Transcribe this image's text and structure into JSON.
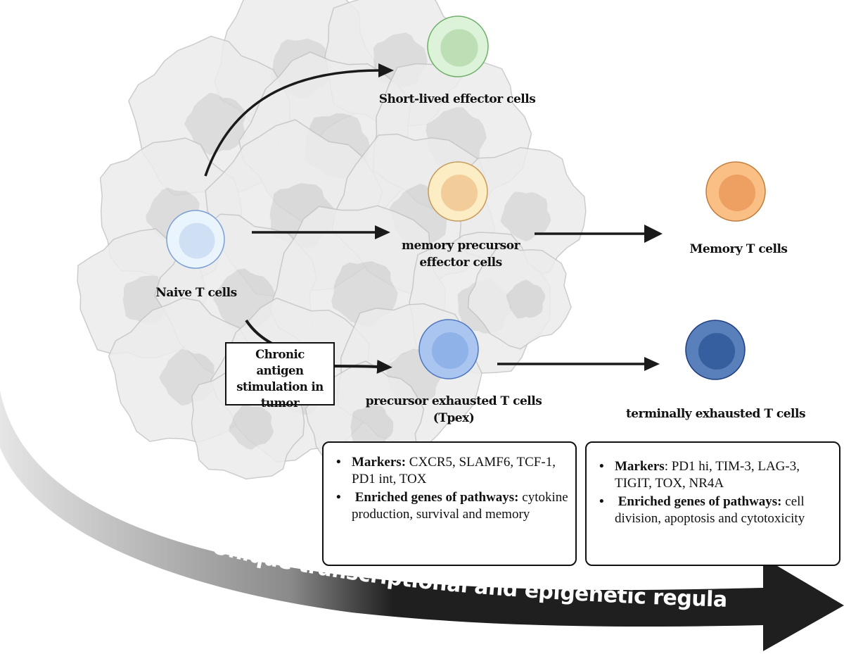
{
  "colors": {
    "arrow": "#1a1a1a",
    "banner_dark": "#1f1f1f",
    "banner_light": "#e8e8e8",
    "tumor_fill": "#ececec",
    "tumor_nucleus": "#d6d6d6",
    "tumor_outline": "#c4c4c4"
  },
  "cells": [
    {
      "id": "naive",
      "label_lines": [
        "Naive  T cells"
      ],
      "outer": "#eaf4fd",
      "inner": "#cfdff4",
      "stroke": "#7b9fd3"
    },
    {
      "id": "short-lived-effector",
      "label_lines": [
        "Short-lived effector cells"
      ],
      "outer": "#dcf3da",
      "inner": "#bcdfb6",
      "stroke": "#6fae68"
    },
    {
      "id": "memory-precursor-effector",
      "label_lines": [
        "memory precursor",
        "effector cells"
      ],
      "outer": "#fcedc4",
      "inner": "#f2cd9a",
      "stroke": "#c89a5c"
    },
    {
      "id": "memory-t",
      "label_lines": [
        "Memory T cells"
      ],
      "outer": "#f9bf84",
      "inner": "#ee9f62",
      "stroke": "#c07e3e"
    },
    {
      "id": "precursor-exhausted",
      "label_lines": [
        "precursor exhausted T cells",
        "(Tpex)"
      ],
      "outer": "#aac6f0",
      "inner": "#8fb3e8",
      "stroke": "#4f77bd"
    },
    {
      "id": "terminally-exhausted",
      "label_lines": [
        "terminally exhausted T cells"
      ],
      "outer": "#5a80bb",
      "inner": "#365f9f",
      "stroke": "#1f3c80"
    }
  ],
  "stimulus_box": {
    "lines": [
      "Chronic antigen",
      "stimulation in",
      "tumor"
    ]
  },
  "info_boxes": [
    {
      "id": "tpex-info",
      "items": [
        {
          "bullet": "•",
          "bold": "Markers:",
          "text": " CXCR5, SLAMF6, TCF-1,  PD1 int, TOX"
        },
        {
          "bullet": "•",
          "bold": " Enriched genes of pathways:",
          "text": " cytokine production, survival and memory"
        }
      ]
    },
    {
      "id": "tex-info",
      "items": [
        {
          "bullet": "•",
          "bold": "Markers",
          "text": ": PD1 hi, TIM-3, LAG-3, TIGIT, TOX, NR4A"
        },
        {
          "bullet": "•",
          "bold": " Enriched genes of pathways:",
          "text": " cell division, apoptosis and cytotoxicity"
        }
      ]
    }
  ],
  "banner": {
    "text": "Unique  transcriptional and epigenetic regulations"
  }
}
